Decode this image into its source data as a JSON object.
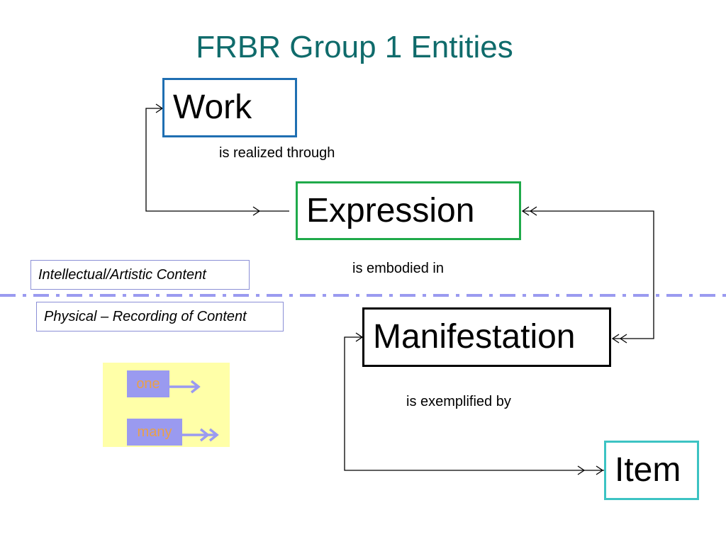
{
  "slide": {
    "title": "FRBR Group 1 Entities"
  },
  "entities": {
    "work": "Work",
    "expression": "Expression",
    "manifestation": "Manifestation",
    "item": "Item"
  },
  "relationships": {
    "realized": "is realized through",
    "embodied": "is embodied in",
    "exemplified": "is exemplified by"
  },
  "regions": {
    "intellectual": "Intellectual/Artistic Content",
    "physical": "Physical – Recording of Content"
  },
  "legend": {
    "one": "one",
    "many": "many"
  },
  "colors": {
    "title": "#0f6b6b",
    "work_border": "#1f6fb2",
    "expression_border": "#1faa4a",
    "manifestation_border": "#000000",
    "item_border": "#3cc3c3",
    "divider": "#9a9af0",
    "legend_background": "#ffffa8",
    "legend_label_background": "#9a9af0",
    "legend_label_text": "#e9a04a"
  }
}
